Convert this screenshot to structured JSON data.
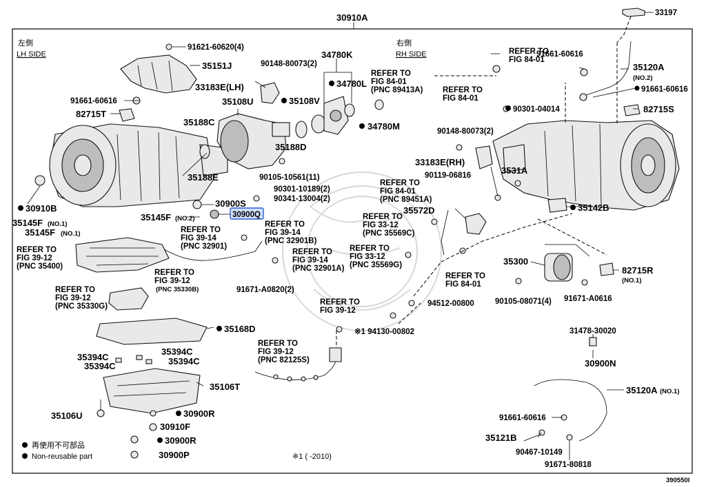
{
  "diagram": {
    "header_part": "30910A",
    "corner_part": "33197",
    "figure_number": "390550I",
    "lh_side": {
      "jp": "左側",
      "en": "LH SIDE"
    },
    "rh_side": {
      "jp": "右側",
      "en": "RH SIDE"
    },
    "highlighted_part": "30900Q",
    "legend": {
      "jp": "再使用不可部品",
      "en": "Non-reusable part"
    },
    "footnote": "※1 (      -2010)",
    "labels": {
      "l_91621": "91621-60620(4)",
      "l_35151J": "35151J",
      "l_90148a": "90148-80073(2)",
      "l_34780K": "34780K",
      "l_33183E_LH": "33183E(LH)",
      "l_34780L": "34780L",
      "l_91661a": "91661-60616",
      "l_82715T": "82715T",
      "l_35108U": "35108U",
      "l_35108V": "35108V",
      "l_35188C": "35188C",
      "l_34780M": "34780M",
      "l_35188D": "35188D",
      "l_35188E": "35188E",
      "l_90105a": "90105-10561(11)",
      "l_90301a": "90301-10189(2)",
      "l_90341": "90341-13004(2)",
      "l_30910B": "30910B",
      "l_30900S": "30900S",
      "l_35145F_a": "35145F",
      "l_no1_a": "(NO.1)",
      "l_35145F_b": "35145F",
      "l_no2_a": "(NO.2)",
      "l_35145F_c": "35145F",
      "l_no1_b": "(NO.1)",
      "l_35168D": "35168D",
      "l_35394C_a": "35394C",
      "l_35394C_b": "35394C",
      "l_35394C_c": "35394C",
      "l_35394C_d": "35394C",
      "l_35106T": "35106T",
      "l_35106U": "35106U",
      "l_30900R_a": "30900R",
      "l_30910F": "30910F",
      "l_30900R_b": "30900R",
      "l_30900P": "30900P",
      "l_91671a": "91671-A0820(2)",
      "l_refer_lh1": "REFER TO",
      "l_refer_lh1b": "FIG 39-14",
      "l_refer_lh1c": "(PNC 32901)",
      "l_refer_lh2": "REFER TO",
      "l_refer_lh2b": "FIG 39-14",
      "l_refer_lh2c": "(PNC 32901B)",
      "l_refer_lh3": "REFER TO",
      "l_refer_lh3b": "FIG 39-14",
      "l_refer_lh3c": "(PNC 32901A)",
      "l_refer_lh4": "REFER TO",
      "l_refer_lh4b": "FIG 39-12",
      "l_refer_lh4c": "(PNC 35400)",
      "l_refer_lh5": "REFER TO",
      "l_refer_lh5b": "FIG 39-12",
      "l_refer_lh5c": "(PNC 35330B)",
      "l_refer_lh6": "REFER TO",
      "l_refer_lh6b": "FIG 39-12",
      "l_refer_lh6c": "(PNC 35330G)",
      "l_refer_c1": "REFER TO",
      "l_refer_c1b": "FIG 39-12",
      "l_refer_c2": "REFER TO",
      "l_refer_c2b": "FIG 39-12",
      "l_refer_c2c": "(PNC 82125S)",
      "l_refer_r1": "REFER TO",
      "l_refer_r1b": "FIG 84-01",
      "l_refer_r1c": "(PNC 89413A)",
      "l_refer_r2": "REFER TO",
      "l_refer_r2b": "FIG 84-01",
      "l_refer_r3": "REFER TO",
      "l_refer_r3b": "FIG 84-01",
      "l_refer_r4": "REFER TO",
      "l_refer_r4b": "FIG 84-01",
      "l_refer_r4c": "(PNC 89451A)",
      "l_refer_r5": "REFER TO",
      "l_refer_r5b": "FIG 33-12",
      "l_refer_r5c": "(PNC 35569C)",
      "l_refer_r6": "REFER TO",
      "l_refer_r6b": "FIG 33-12",
      "l_refer_r6c": "(PNC 35569G)",
      "l_refer_r7": "REFER TO",
      "l_refer_r7b": "FIG 84-01",
      "l_91661b": "91661-60616",
      "l_35120A_a": "35120A",
      "l_no2_b": "(NO.2)",
      "l_91661c": "91661-60616",
      "l_90301b": "90301-04014",
      "l_82715S": "82715S",
      "l_90148b": "90148-80073(2)",
      "l_33183E_RH": "33183E(RH)",
      "l_90119": "90119-06816",
      "l_3531A": "3531A",
      "l_35572D": "35572D",
      "l_35142B": "35142B",
      "l_35300": "35300",
      "l_82715R": "82715R",
      "l_no1_c": "(NO.1)",
      "l_90105b": "90105-08071(4)",
      "l_91671b": "91671-A0616",
      "l_94512": "94512-00800",
      "l_94130": "※1 94130-00802",
      "l_31478": "31478-30020",
      "l_30900N": "30900N",
      "l_35120A_b": "35120A",
      "l_no1_d": "(NO.1)",
      "l_91661d": "91661-60616",
      "l_35121B": "35121B",
      "l_90467": "90467-10149",
      "l_91671c": "91671-80818"
    }
  }
}
